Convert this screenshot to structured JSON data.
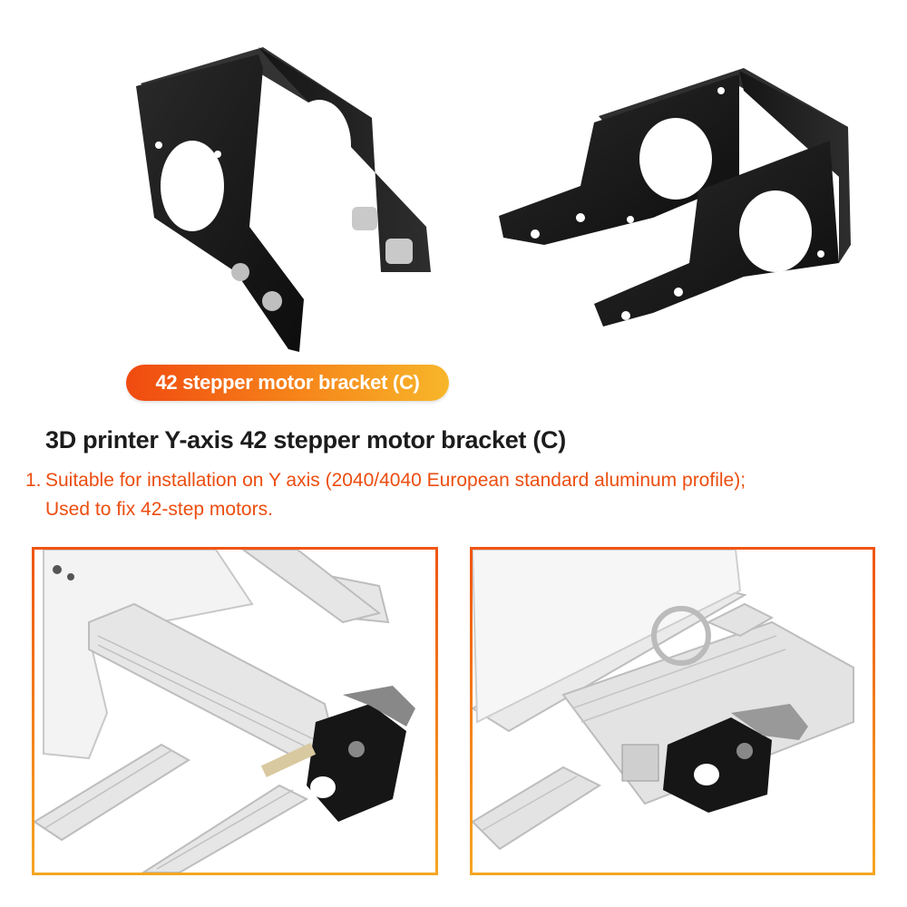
{
  "badge": {
    "label": "42 stepper motor bracket (C)"
  },
  "title": "3D printer Y-axis 42 stepper motor bracket (C)",
  "features": [
    {
      "number": "1.",
      "line1": "Suitable for installation on Y axis (2040/4040 European standard aluminum profile);",
      "line2": "Used to fix 42-step motors."
    }
  ],
  "colors": {
    "accent_start": "#f04a10",
    "accent_end": "#f7b62a",
    "feature_text": "#ec4d10",
    "bracket": "#1a1a1a"
  }
}
